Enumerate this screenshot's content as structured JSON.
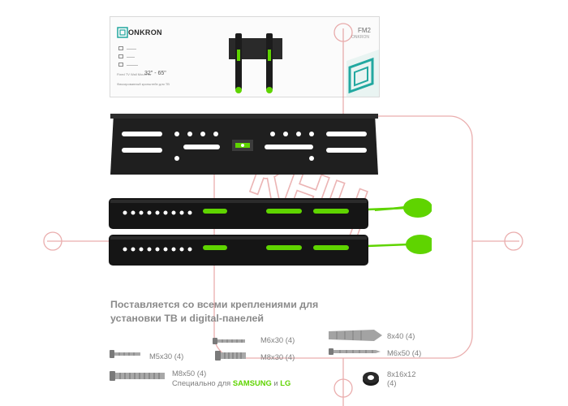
{
  "package": {
    "brand": "ONKRON",
    "model": "FM2",
    "model_sub": "ONKRON",
    "size_prefix": "Fixed TV Wall Mount for",
    "size_range": "32\" - 65\"",
    "fits_text": "Фиксированный кронштейн для ТВ"
  },
  "watermark": {
    "text": "КНЦ",
    "color": "#d96b6b"
  },
  "headline": {
    "line1": "Поставляется со всеми креплениями для",
    "line2": "установки ТВ и digital-панелей"
  },
  "hardware": {
    "m6x30_top": "M6x30 (4)",
    "m5x30": "M5x30 (4)",
    "m8x30": "M8x30 (4)",
    "m8x50": "M8x50 (4)",
    "special_prefix": "Специально для",
    "samsung": "SAMSUNG",
    "and": "и",
    "lg": "LG",
    "anchor_8x40": "8x40 (4)",
    "m6x50": "M6x50 (4)",
    "spacer_8x16x12": "8x16x12",
    "spacer_count": "(4)"
  },
  "colors": {
    "accent_green": "#5fd400",
    "mount_black": "#1b1b1b",
    "teal": "#22a8a0"
  }
}
